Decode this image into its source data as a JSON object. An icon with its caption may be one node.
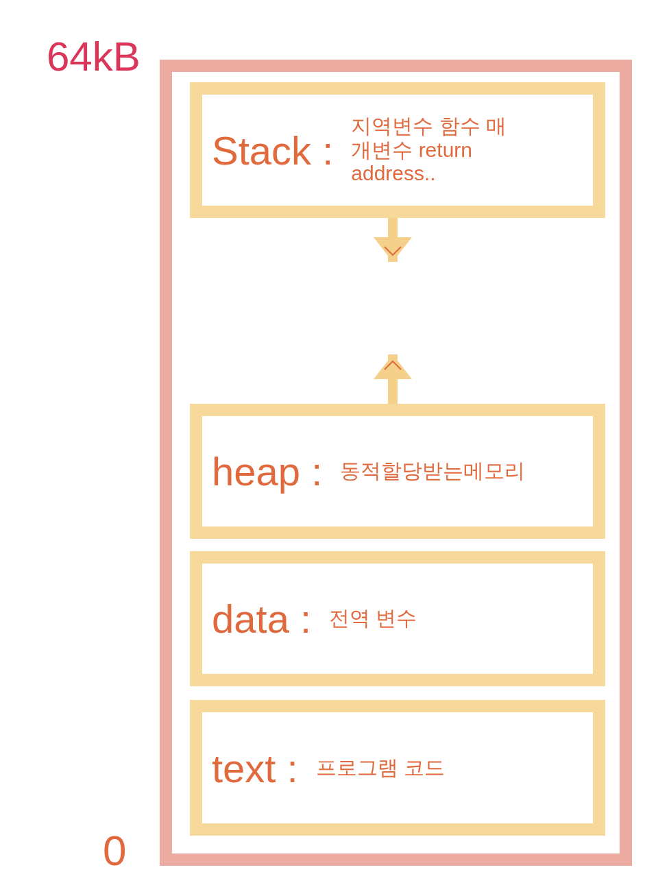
{
  "diagram": {
    "nodes": [
      {
        "text": [],
        "shape": "box"
      },
      {
        "text": [
          "Stack :",
          "지역변수 함수 매개변수 return address.."
        ],
        "in": 0
      },
      {
        "text": [
          "heap :",
          "동적할당받는메모리"
        ],
        "in": 0
      },
      {
        "text": [
          "data :",
          "전역 변수"
        ],
        "in": 0
      },
      {
        "text": [
          "text :",
          "프로그램 코드"
        ],
        "in": 0
      }
    ],
    "edges": [
      {
        "from": 1,
        "to": null,
        "arrow": "to"
      },
      {
        "from": 2,
        "to": null,
        "arrow": "to"
      }
    ],
    "labels": [
      "64kB",
      "0"
    ]
  }
}
